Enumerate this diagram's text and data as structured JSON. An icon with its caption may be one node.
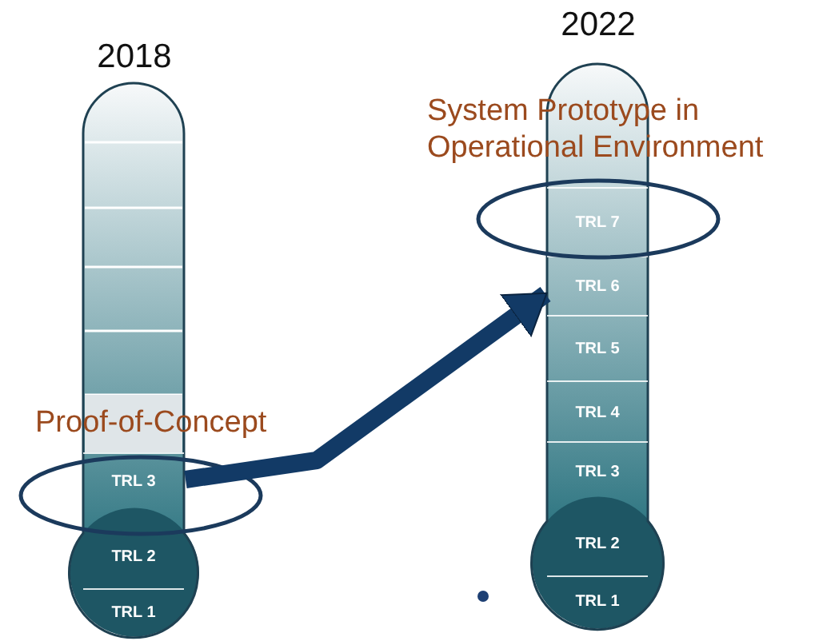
{
  "diagram": {
    "nodes": [
      {
        "text": [
          "2018"
        ]
      },
      {
        "text": [
          "TRL 3"
        ],
        "in": 0
      },
      {
        "text": [
          "TRL 2"
        ],
        "in": 0
      },
      {
        "text": [
          "TRL 1"
        ],
        "in": 0
      },
      {
        "text": [
          "2022"
        ]
      },
      {
        "text": [
          "TRL 7"
        ],
        "in": 4
      },
      {
        "text": [
          "TRL 6"
        ],
        "in": 4
      },
      {
        "text": [
          "TRL 5"
        ],
        "in": 4
      },
      {
        "text": [
          "TRL 4"
        ],
        "in": 4
      },
      {
        "text": [
          "TRL 3"
        ],
        "in": 4
      },
      {
        "text": [
          "TRL 2"
        ],
        "in": 4
      },
      {
        "text": [
          "TRL 1"
        ],
        "in": 4
      }
    ],
    "edges": [
      {
        "from": 0,
        "to": 4,
        "arrow": "to"
      }
    ],
    "labels": [
      "Proof-of-Concept",
      "System Prototype in Operational Environment"
    ]
  }
}
